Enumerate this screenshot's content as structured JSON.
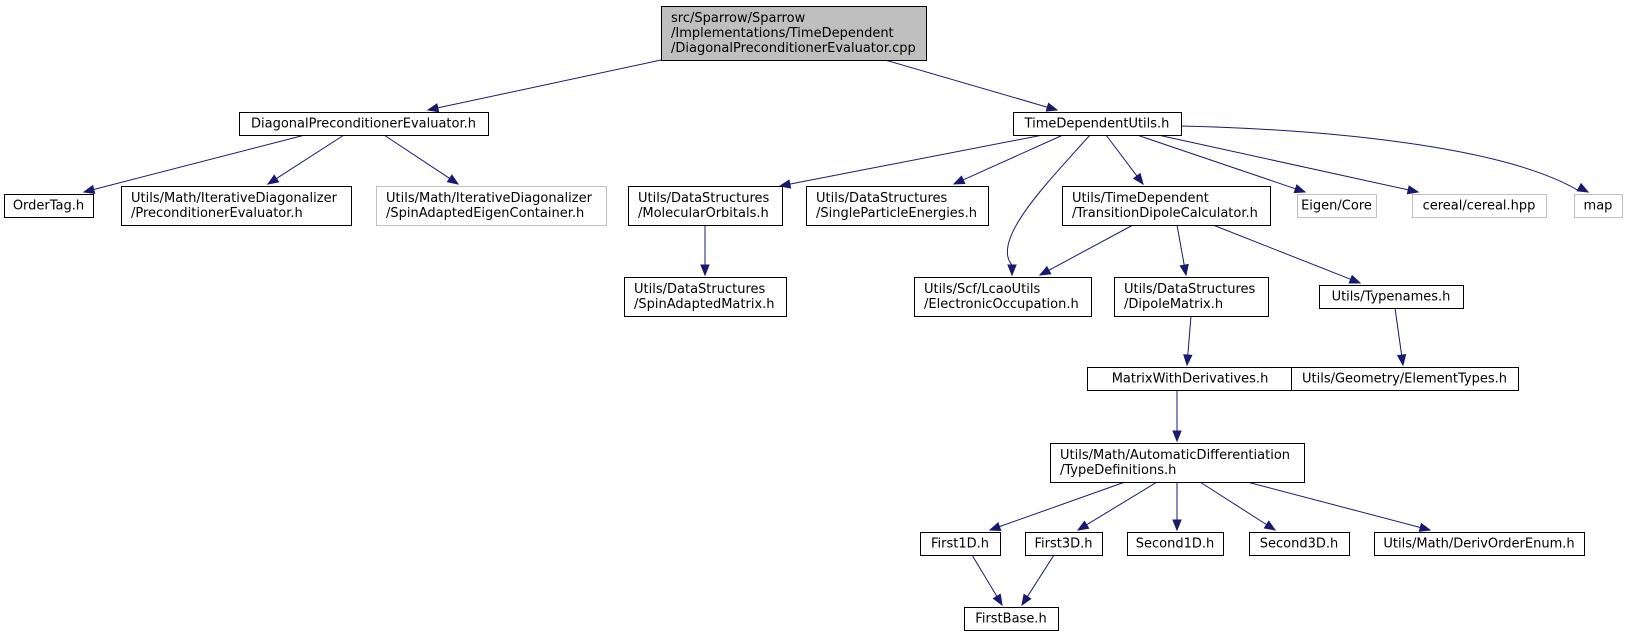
{
  "colors": {
    "edge": "#191970",
    "root_fill": "#bfbfbf",
    "node_fill": "#ffffff",
    "node_border": "#000000",
    "external_border": "#bfbfbf",
    "text": "#000000"
  },
  "nodes": [
    {
      "id": "root",
      "lines": [
        "src/Sparrow/Sparrow",
        "/Implementations/TimeDependent",
        "/DiagonalPreconditionerEvaluator.cpp"
      ],
      "kind": "root"
    },
    {
      "id": "dpe",
      "lines": [
        "DiagonalPreconditionerEvaluator.h"
      ],
      "kind": "normal"
    },
    {
      "id": "tdu",
      "lines": [
        "TimeDependentUtils.h"
      ],
      "kind": "normal"
    },
    {
      "id": "ordertag",
      "lines": [
        "OrderTag.h"
      ],
      "kind": "normal"
    },
    {
      "id": "precond",
      "lines": [
        "Utils/Math/IterativeDiagonalizer",
        "/PreconditionerEvaluator.h"
      ],
      "kind": "normal"
    },
    {
      "id": "spinadapted",
      "lines": [
        "Utils/Math/IterativeDiagonalizer",
        "/SpinAdaptedEigenContainer.h"
      ],
      "kind": "external"
    },
    {
      "id": "molorb",
      "lines": [
        "Utils/DataStructures",
        "/MolecularOrbitals.h"
      ],
      "kind": "normal"
    },
    {
      "id": "spe",
      "lines": [
        "Utils/DataStructures",
        "/SingleParticleEnergies.h"
      ],
      "kind": "normal"
    },
    {
      "id": "tdc",
      "lines": [
        "Utils/TimeDependent",
        "/TransitionDipoleCalculator.h"
      ],
      "kind": "normal"
    },
    {
      "id": "eigen",
      "lines": [
        "Eigen/Core"
      ],
      "kind": "external"
    },
    {
      "id": "cereal",
      "lines": [
        "cereal/cereal.hpp"
      ],
      "kind": "external"
    },
    {
      "id": "map",
      "lines": [
        "map"
      ],
      "kind": "external"
    },
    {
      "id": "sam",
      "lines": [
        "Utils/DataStructures",
        "/SpinAdaptedMatrix.h"
      ],
      "kind": "normal"
    },
    {
      "id": "eocc",
      "lines": [
        "Utils/Scf/LcaoUtils",
        "/ElectronicOccupation.h"
      ],
      "kind": "normal"
    },
    {
      "id": "dipole",
      "lines": [
        "Utils/DataStructures",
        "/DipoleMatrix.h"
      ],
      "kind": "normal"
    },
    {
      "id": "typenames",
      "lines": [
        "Utils/Typenames.h"
      ],
      "kind": "normal"
    },
    {
      "id": "mwd",
      "lines": [
        "MatrixWithDerivatives.h"
      ],
      "kind": "normal"
    },
    {
      "id": "eltypes",
      "lines": [
        "Utils/Geometry/ElementTypes.h"
      ],
      "kind": "normal"
    },
    {
      "id": "typedefs",
      "lines": [
        "Utils/Math/AutomaticDifferentiation",
        "/TypeDefinitions.h"
      ],
      "kind": "normal"
    },
    {
      "id": "first1d",
      "lines": [
        "First1D.h"
      ],
      "kind": "normal"
    },
    {
      "id": "first3d",
      "lines": [
        "First3D.h"
      ],
      "kind": "normal"
    },
    {
      "id": "second1d",
      "lines": [
        "Second1D.h"
      ],
      "kind": "normal"
    },
    {
      "id": "second3d",
      "lines": [
        "Second3D.h"
      ],
      "kind": "normal"
    },
    {
      "id": "derivorder",
      "lines": [
        "Utils/Math/DerivOrderEnum.h"
      ],
      "kind": "normal"
    },
    {
      "id": "firstbase",
      "lines": [
        "FirstBase.h"
      ],
      "kind": "normal"
    }
  ],
  "edges": [
    [
      "root",
      "dpe"
    ],
    [
      "root",
      "tdu"
    ],
    [
      "dpe",
      "ordertag"
    ],
    [
      "dpe",
      "precond"
    ],
    [
      "dpe",
      "spinadapted"
    ],
    [
      "tdu",
      "molorb"
    ],
    [
      "tdu",
      "spe"
    ],
    [
      "tdu",
      "eocc"
    ],
    [
      "tdu",
      "tdc"
    ],
    [
      "tdu",
      "eigen"
    ],
    [
      "tdu",
      "cereal"
    ],
    [
      "tdu",
      "map"
    ],
    [
      "molorb",
      "sam"
    ],
    [
      "tdc",
      "eocc"
    ],
    [
      "tdc",
      "dipole"
    ],
    [
      "tdc",
      "typenames"
    ],
    [
      "dipole",
      "mwd"
    ],
    [
      "typenames",
      "eltypes"
    ],
    [
      "mwd",
      "typedefs"
    ],
    [
      "typedefs",
      "first1d"
    ],
    [
      "typedefs",
      "first3d"
    ],
    [
      "typedefs",
      "second1d"
    ],
    [
      "typedefs",
      "second3d"
    ],
    [
      "typedefs",
      "derivorder"
    ],
    [
      "first1d",
      "firstbase"
    ],
    [
      "first3d",
      "firstbase"
    ]
  ]
}
